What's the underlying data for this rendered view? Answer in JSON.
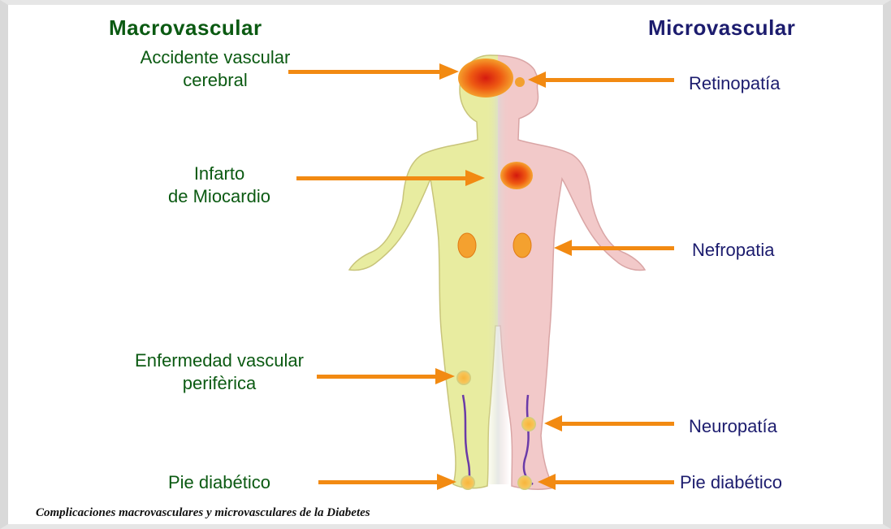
{
  "headings": {
    "macrovascular": "Macrovascular",
    "microvascular": "Microvascular"
  },
  "left_labels": {
    "stroke_line1": "Accidente vascular",
    "stroke_line2": "cerebral",
    "heart_line1": "Infarto",
    "heart_line2": "de Miocardio",
    "pvd_line1": "Enfermedad vascular",
    "pvd_line2": "perifèrica",
    "foot": "Pie diabético"
  },
  "right_labels": {
    "retina": "Retinopatía",
    "kidney": "Nefropatia",
    "neuro": "Neuropatía",
    "foot": "Pie diabético"
  },
  "caption": "Complicaciones macrovasculares y microvasculares de la Diabetes",
  "colors": {
    "macro_text": "#0b5a12",
    "micro_text": "#1c1c6e",
    "arrow": "#f28a12",
    "body_left": "#e8eca0",
    "body_right": "#f2c9c9"
  },
  "icons": [
    "brain-lesion-icon",
    "heart-icon",
    "kidney-icon",
    "leg-lesion-icon",
    "foot-lesion-icon",
    "eye-icon"
  ]
}
